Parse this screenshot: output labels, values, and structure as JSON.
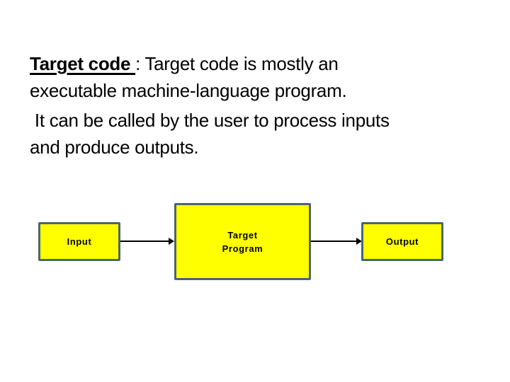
{
  "slide": {
    "definition": {
      "term": "Target code ",
      "line1_rest": ": Target code is mostly an",
      "line2": "executable machine-language program.",
      "line3": " It can be called by the user to process inputs",
      "line4": "and produce outputs."
    },
    "diagram": {
      "input_label": "Input",
      "target_label_line1": "Target",
      "target_label_line2": "Program",
      "output_label": "Output",
      "box_fill_color": "#ffff00",
      "box_border_color": "#4a6570",
      "arrow_color": "#000000",
      "label_text_color": "#000000",
      "background_color": "#ffffff"
    }
  }
}
